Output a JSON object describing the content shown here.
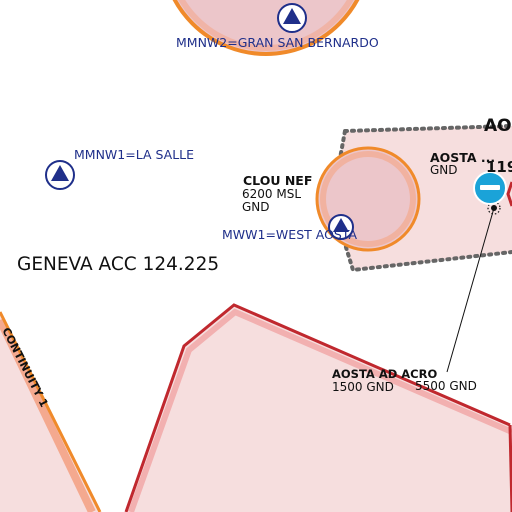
{
  "map": {
    "colors": {
      "zone_fill": "#f6dede",
      "circle_fill": "#ecc6ca",
      "orange_border": "#f08a2a",
      "red_border": "#c0282e",
      "reporting_point": "#1f2f8a",
      "aerodrome_icon": "#1ba3d8",
      "dotted_border": "#666666"
    },
    "waypoints": {
      "gran_san_bernardo": "MMNW2=GRAN SAN BERNARDO",
      "la_salle": "MMNW1=LA SALLE",
      "west_aosta": "MWW1=WEST AOSTA"
    },
    "acc_label": "GENEVA ACC 124.225",
    "clou_nef": {
      "name": "CLOU NEF",
      "upper": "6200 MSL",
      "lower": "GND"
    },
    "aosta_ctr": {
      "name_partial": "AOSTA ...",
      "lower": "GND",
      "aerodrome_code_partial": "AO",
      "frequency_partial": "119"
    },
    "aosta_acro": {
      "name": "AOSTA AD ACRO",
      "lower_limit": "1500 GND",
      "upper_limit": "5500 GND"
    },
    "boundary_label": "CONTINUITY 1"
  }
}
